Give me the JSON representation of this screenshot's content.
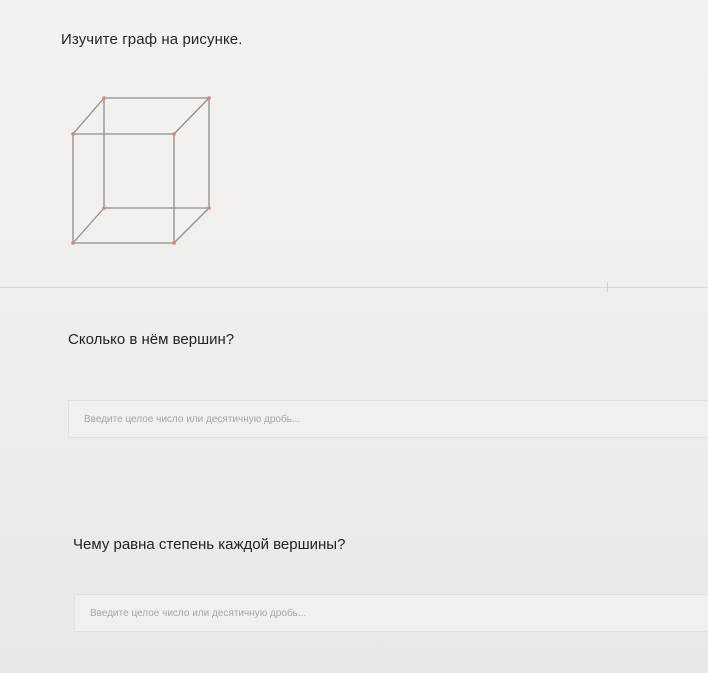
{
  "task": {
    "instruction": "Изучите граф на рисунке."
  },
  "figure": {
    "icon": "cube-graph",
    "edge_color": "#8e8e8e",
    "vertex_color": "#d9866e",
    "vertex_count_drawn": 8
  },
  "questions": [
    {
      "text": "Сколько в нём вершин?",
      "placeholder": "Введите целое число или десятичную дробь..."
    },
    {
      "text": "Чему равна степень каждой вершины?",
      "placeholder": "Введите целое число или десятичную дробь..."
    }
  ]
}
